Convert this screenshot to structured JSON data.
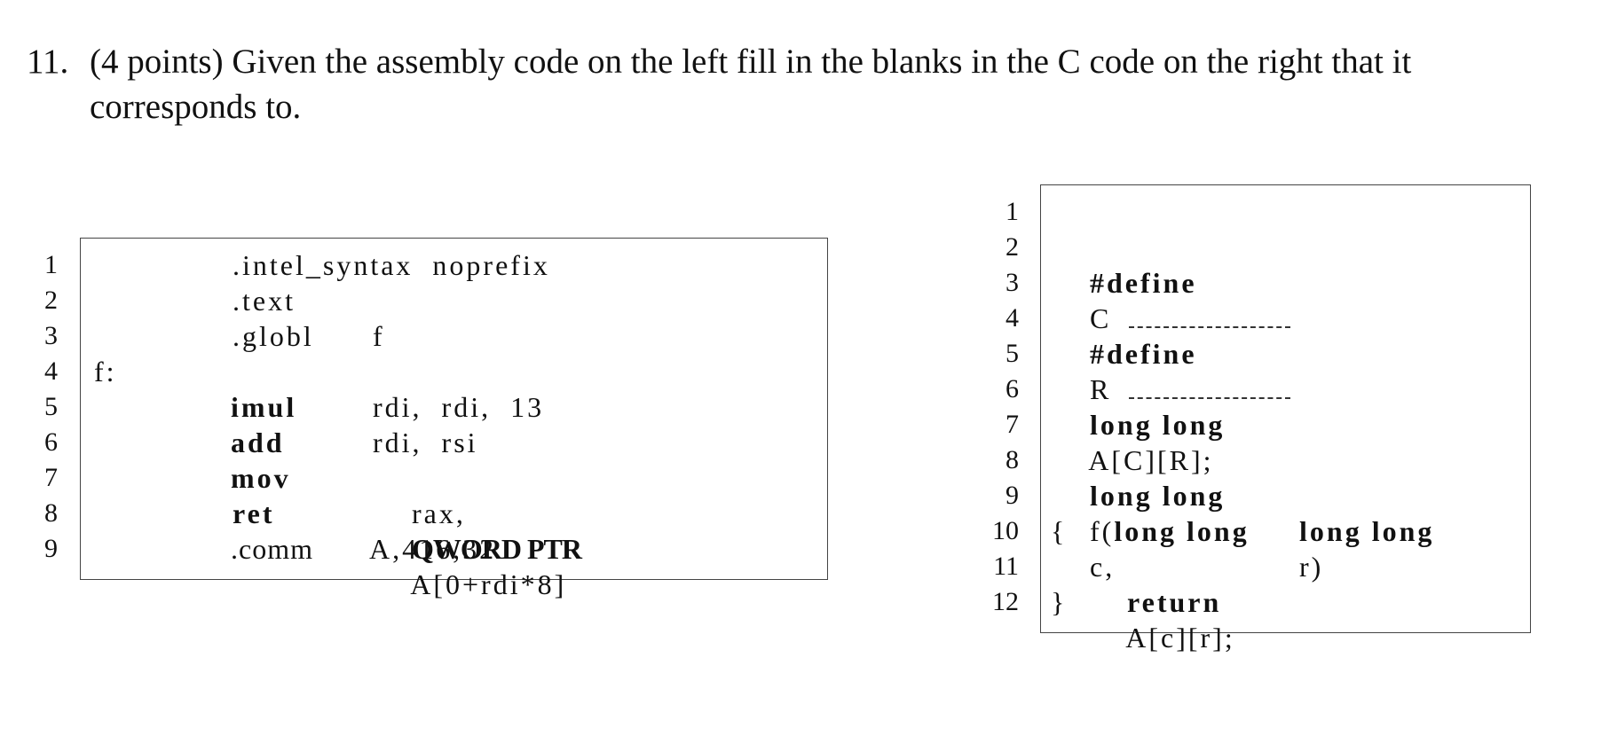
{
  "question": {
    "number": "11.",
    "text": "(4 points) Given the assembly code on the left fill in the blanks in the C code on the right that it corresponds to."
  },
  "assembly": {
    "line_numbers": [
      "1",
      "2",
      "3",
      "4",
      "5",
      "6",
      "7",
      "8",
      "9"
    ],
    "lines": [
      {
        "directive": ".intel_syntax  noprefix"
      },
      {
        "directive": ".text"
      },
      {
        "directive": ".globl",
        "operand": "f"
      },
      {
        "label": "f:"
      },
      {
        "mnemonic": "imul",
        "operand": "rdi,  rdi,  13"
      },
      {
        "mnemonic": "add",
        "operand": "rdi,  rsi"
      },
      {
        "mnemonic": "mov",
        "operand_pre": "rax,",
        "operand_kw": "QWORD PTR",
        "operand_post": "A[0+rdi*8]"
      },
      {
        "mnemonic": "ret"
      },
      {
        "directive": ".comm",
        "operand": "A,416,32"
      }
    ]
  },
  "c_code": {
    "line_numbers": [
      "1",
      "2",
      "3",
      "4",
      "5",
      "6",
      "7",
      "8",
      "9",
      "10",
      "11",
      "12"
    ],
    "define_kw": "#define",
    "define_c_name": "C",
    "define_r_name": "R",
    "line6_kw": "long long",
    "line6_rest": "A[C][R];",
    "line8_kw1": "long long",
    "line8_fn": "f(",
    "line8_kw2": "long long",
    "line8_param": "c,",
    "line9_kw": "long long",
    "line9_param": "r)",
    "open_brace": "{",
    "return_kw": "return",
    "return_expr": "A[c][r];",
    "close_brace": "}"
  }
}
